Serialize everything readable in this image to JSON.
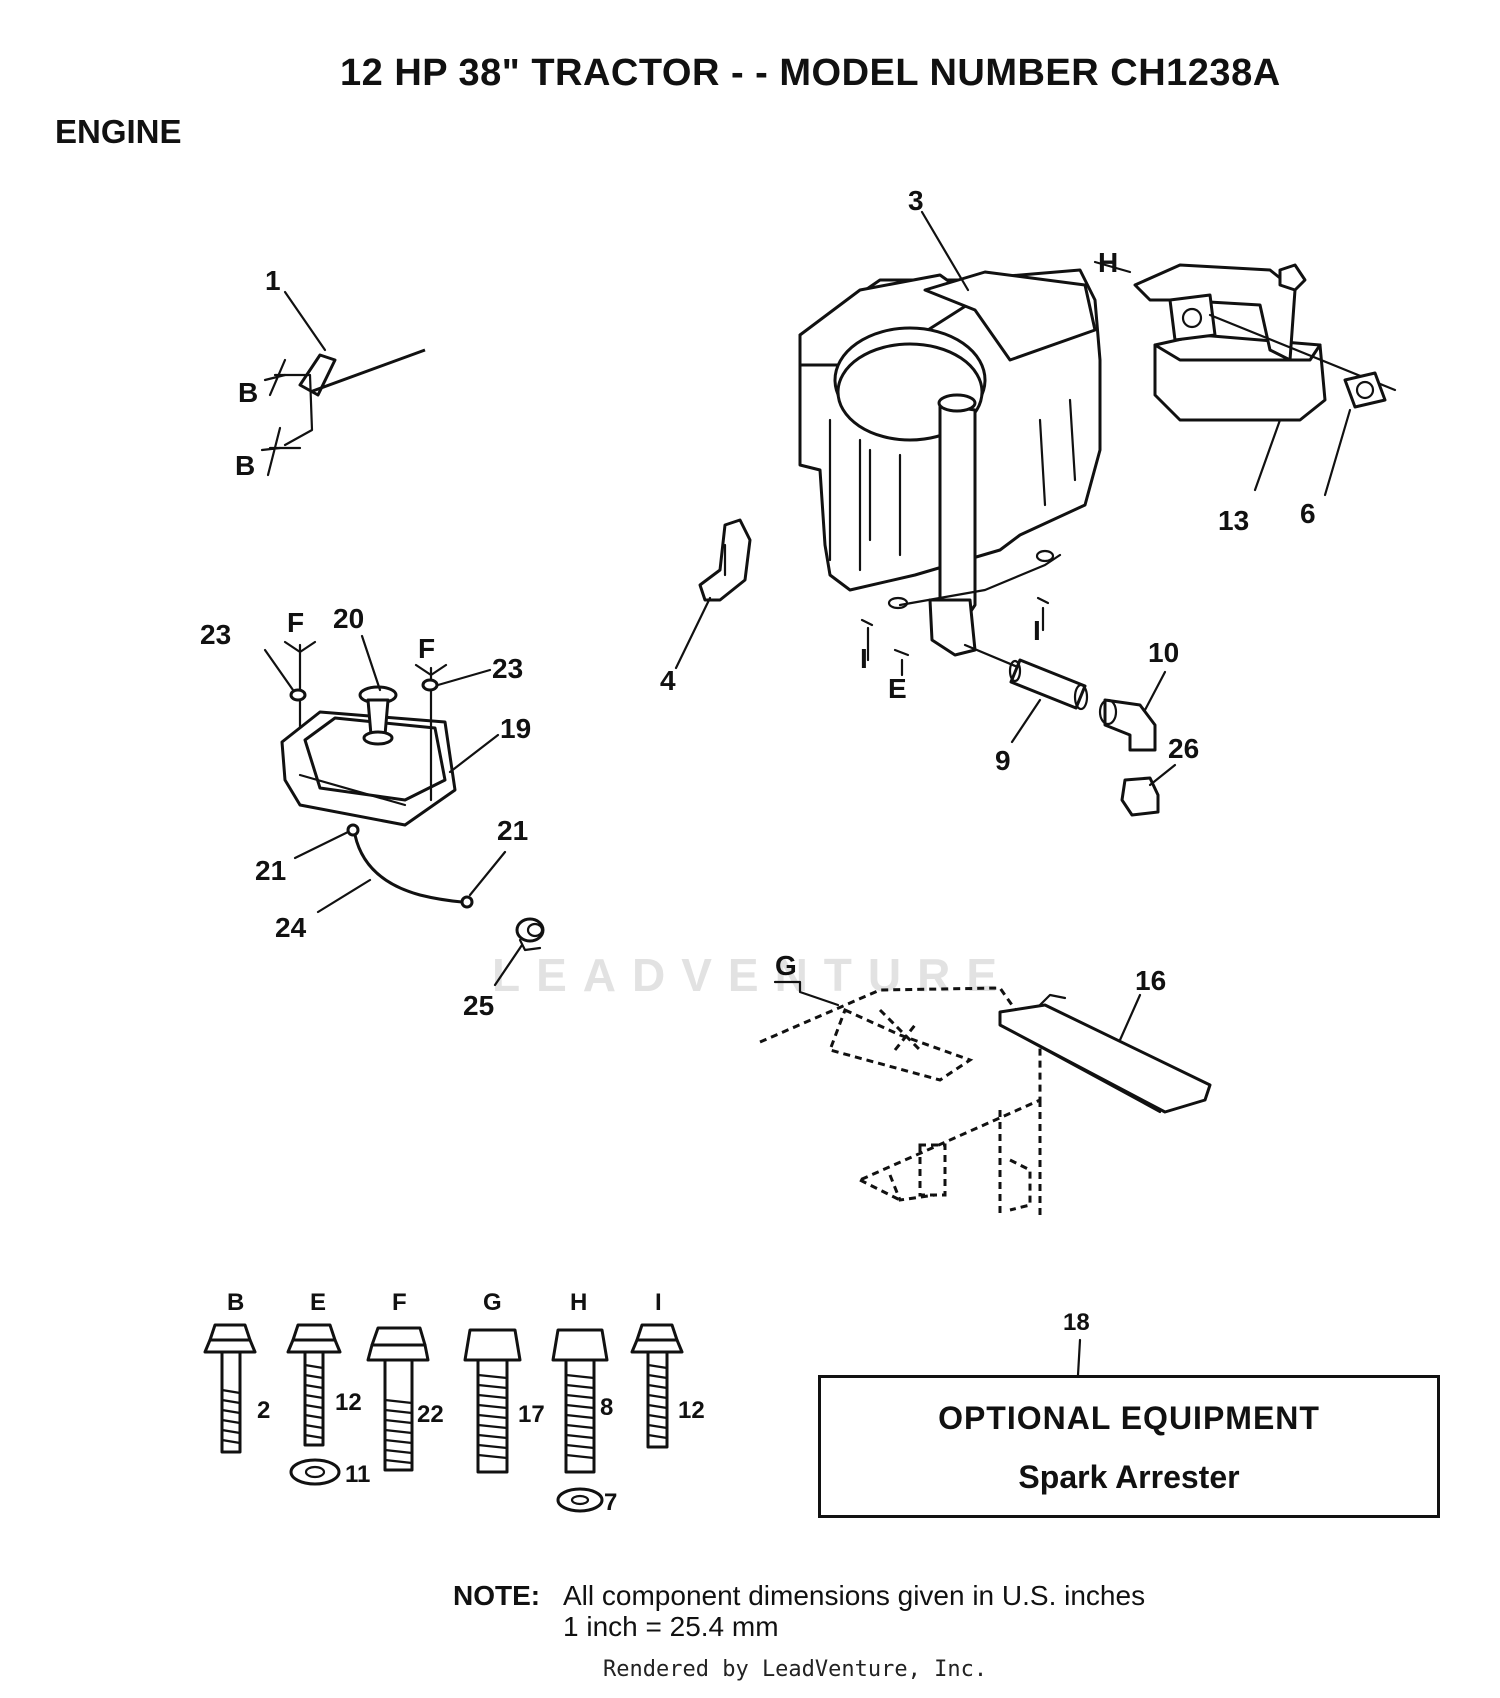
{
  "title": "12 HP 38\" TRACTOR - - MODEL NUMBER CH1238A",
  "section": "ENGINE",
  "callouts": {
    "c1": "1",
    "c3": "3",
    "c4": "4",
    "c6": "6",
    "c9": "9",
    "c10": "10",
    "c13": "13",
    "c16": "16",
    "c18": "18",
    "c19": "19",
    "c20": "20",
    "c21a": "21",
    "c21b": "21",
    "c23a": "23",
    "c23b": "23",
    "c24": "24",
    "c25": "25",
    "c26": "26"
  },
  "ref_letters": {
    "b1": "B",
    "b2": "B",
    "f1": "F",
    "f2": "F",
    "h": "H",
    "i1": "I",
    "i2": "I",
    "e": "E",
    "g": "G"
  },
  "hardware": [
    {
      "letter": "B",
      "qty": "2"
    },
    {
      "letter": "E",
      "qty": "12"
    },
    {
      "letter": "F",
      "qty": "22"
    },
    {
      "letter": "G",
      "qty": "17"
    },
    {
      "letter": "H",
      "qty": "8"
    },
    {
      "letter": "I",
      "qty": "12"
    }
  ],
  "hardware_washers": {
    "e_washer": "11",
    "h_washer": "7"
  },
  "optional": {
    "label": "OPTIONAL EQUIPMENT",
    "item": "Spark Arrester"
  },
  "note": {
    "key": "NOTE:",
    "line1": "All component dimensions given in U.S. inches",
    "line2": "1 inch = 25.4 mm"
  },
  "watermark": "LEADVENTURE",
  "footer": "Rendered by LeadVenture, Inc."
}
